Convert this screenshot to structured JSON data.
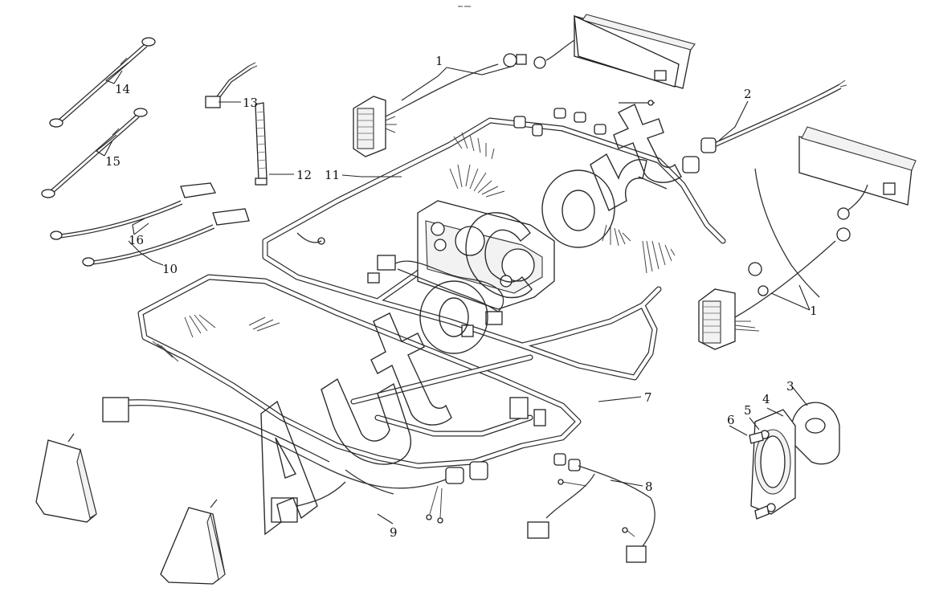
{
  "diagram": {
    "type": "exploded-parts-view",
    "callouts": [
      {
        "id": "c1a",
        "text": "1"
      },
      {
        "id": "c1b",
        "text": "1"
      },
      {
        "id": "c2",
        "text": "2"
      },
      {
        "id": "c3",
        "text": "3"
      },
      {
        "id": "c4",
        "text": "4"
      },
      {
        "id": "c5",
        "text": "5"
      },
      {
        "id": "c6",
        "text": "6"
      },
      {
        "id": "c7",
        "text": "7"
      },
      {
        "id": "c8",
        "text": "8"
      },
      {
        "id": "c9",
        "text": "9"
      },
      {
        "id": "c10",
        "text": "10"
      },
      {
        "id": "c11",
        "text": "11"
      },
      {
        "id": "c12",
        "text": "12"
      },
      {
        "id": "c13",
        "text": "13"
      },
      {
        "id": "c14",
        "text": "14"
      },
      {
        "id": "c15",
        "text": "15"
      },
      {
        "id": "c16",
        "text": "16"
      }
    ],
    "watermark": "Auto Cart",
    "colors": {
      "line": "#222222",
      "background": "#ffffff"
    }
  }
}
